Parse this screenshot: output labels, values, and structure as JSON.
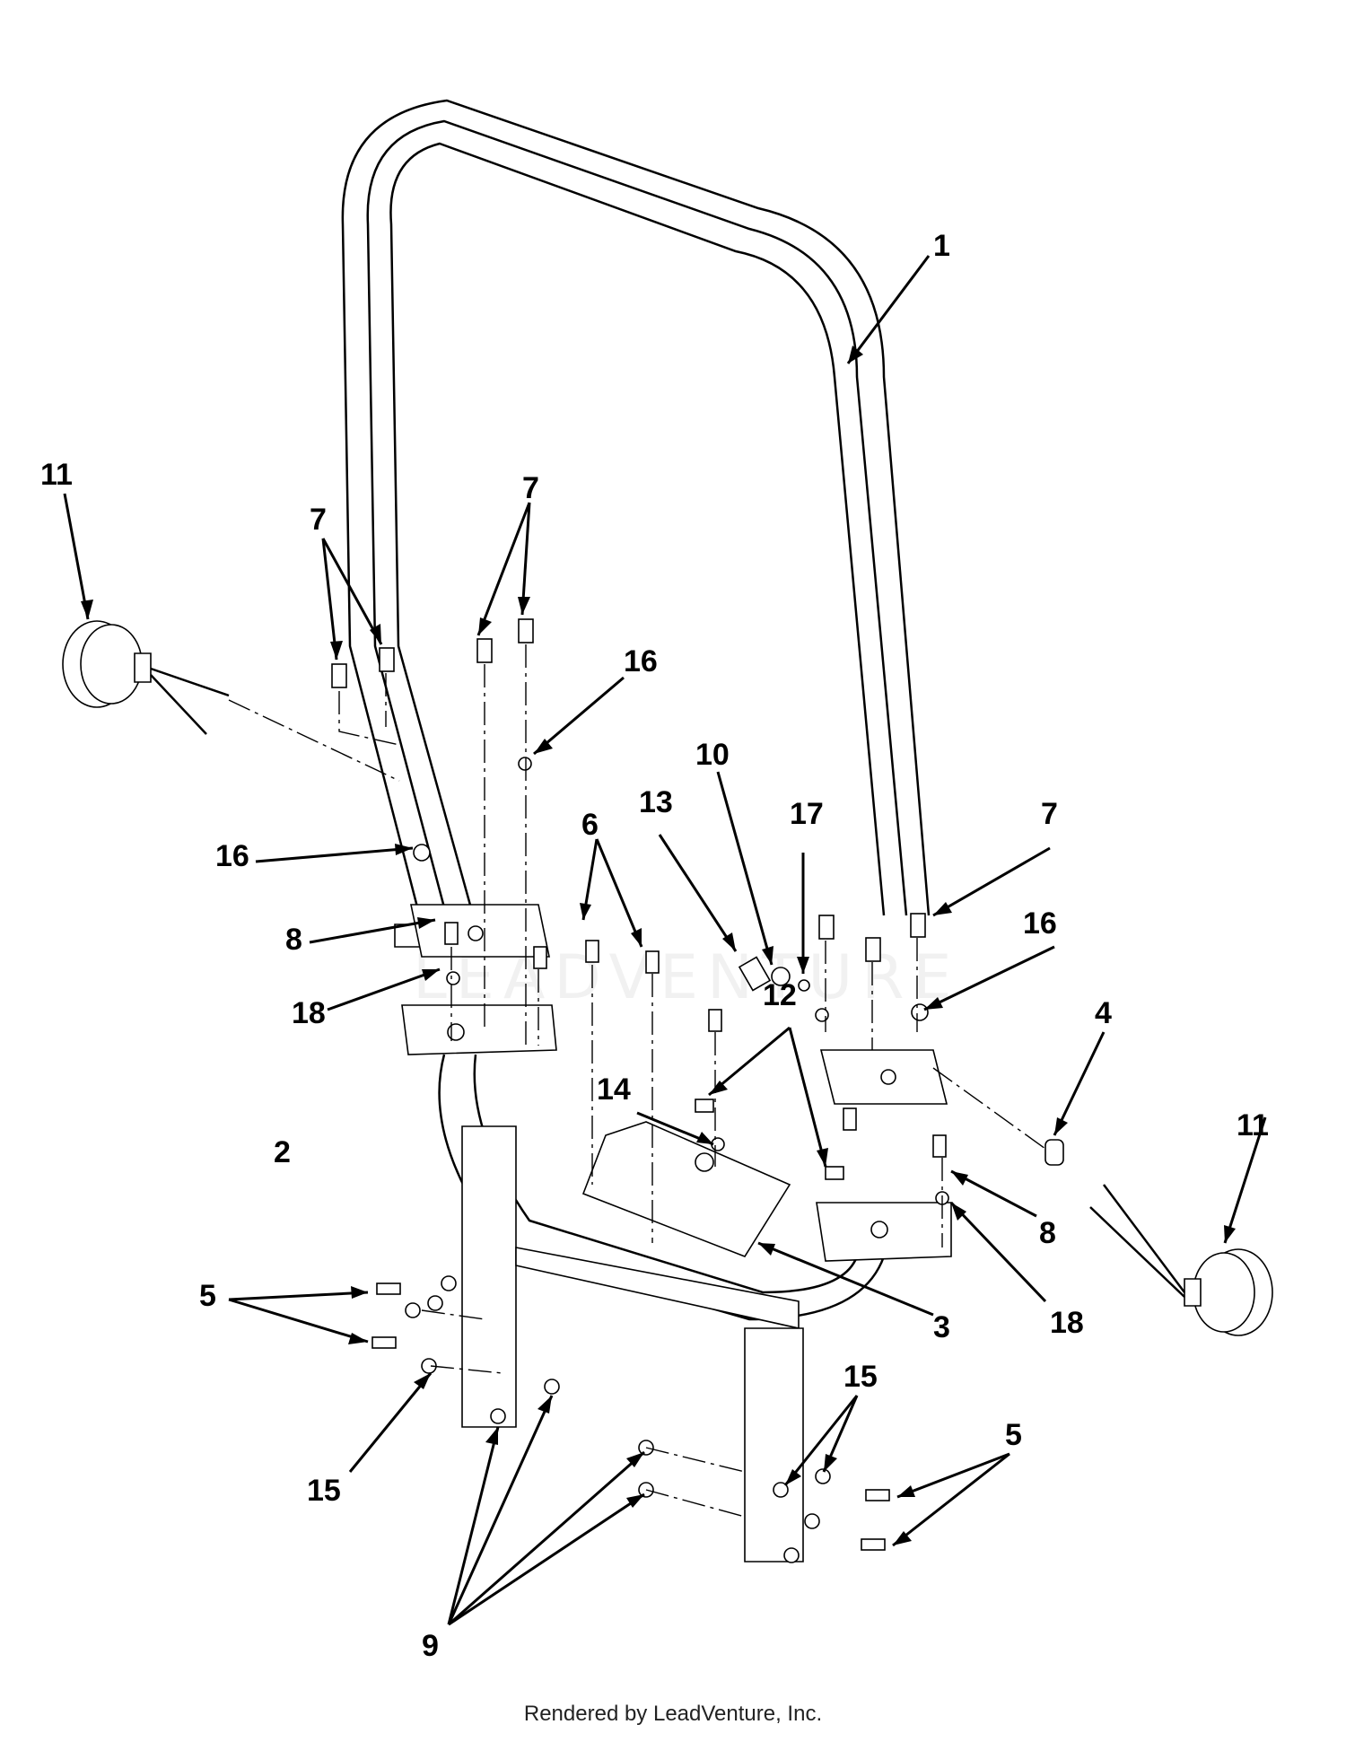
{
  "watermark": "LEADVENTURE",
  "footer": "Rendered by LeadVenture, Inc.",
  "callouts": {
    "c1": "1",
    "c2": "2",
    "c3": "3",
    "c4": "4",
    "c5a": "5",
    "c5b": "5",
    "c6": "6",
    "c7a": "7",
    "c7b": "7",
    "c7c": "7",
    "c8a": "8",
    "c8b": "8",
    "c9": "9",
    "c10": "10",
    "c11a": "11",
    "c11b": "11",
    "c12": "12",
    "c13": "13",
    "c14": "14",
    "c15a": "15",
    "c15b": "15",
    "c16a": "16",
    "c16b": "16",
    "c16c": "16",
    "c17": "17",
    "c18a": "18",
    "c18b": "18"
  }
}
